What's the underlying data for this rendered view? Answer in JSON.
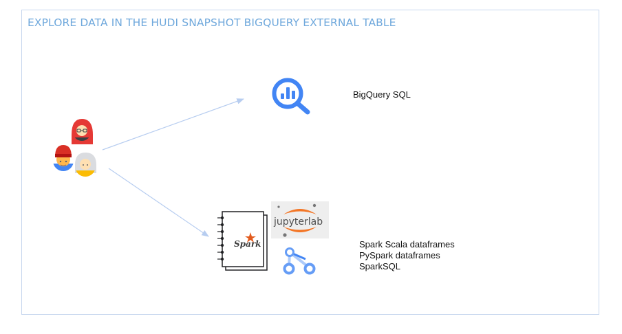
{
  "title": "EXPLORE DATA IN THE HUDI SNAPSHOT BIGQUERY EXTERNAL TABLE",
  "bigquery": {
    "icon": "bigquery-icon",
    "label": "BigQuery SQL"
  },
  "spark_tools": {
    "icons": [
      "spark-notebook-icon",
      "jupyterlab-icon",
      "dataproc-icon"
    ],
    "jupyter_text": "jupyterlab",
    "spark_text": "Spark",
    "items": [
      "Spark Scala dataframes",
      "PySpark dataframes",
      "SparkSQL"
    ]
  },
  "users_icon": "users-group-icon",
  "colors": {
    "accent": "#6fa8dc",
    "border": "#c6d6ee",
    "arrow": "#b7cdf0",
    "bigquery_blue": "#4285f4",
    "jupyter_orange": "#f37626",
    "spark_orange": "#e25a1c"
  }
}
